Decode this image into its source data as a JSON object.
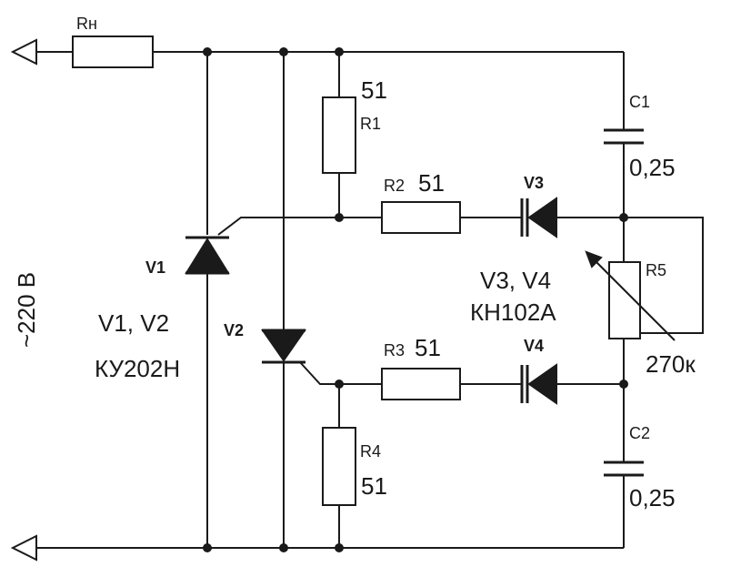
{
  "diagram": {
    "supply_label": "~220 В",
    "components": {
      "load_resistor": {
        "ref": "Rн"
      },
      "r1": {
        "ref": "R1",
        "value": "51"
      },
      "r2": {
        "ref": "R2",
        "value": "51"
      },
      "r3": {
        "ref": "R3",
        "value": "51"
      },
      "r4": {
        "ref": "R4",
        "value": "51"
      },
      "r5": {
        "ref": "R5",
        "value": "270к"
      },
      "c1": {
        "ref": "C1",
        "value": "0,25"
      },
      "c2": {
        "ref": "C2",
        "value": "0,25"
      },
      "v1": {
        "ref": "V1"
      },
      "v2": {
        "ref": "V2"
      },
      "v3": {
        "ref": "V3"
      },
      "v4": {
        "ref": "V4"
      }
    },
    "notes": {
      "thyristors_group": "V1, V2",
      "thyristors_type": "КУ202Н",
      "diodes_group": "V3, V4",
      "diodes_type": "КН102А"
    },
    "colors": {
      "ink": "#1a1a1a",
      "background": "#ffffff"
    }
  }
}
